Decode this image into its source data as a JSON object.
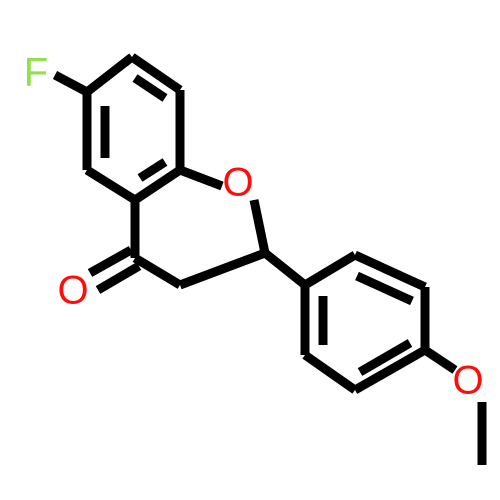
{
  "structure": {
    "atoms": [
      {
        "id": "F",
        "symbol": "F",
        "color": "#90E050"
      },
      {
        "id": "O_ring",
        "symbol": "O",
        "color": "#FF0D0D"
      },
      {
        "id": "O_keto",
        "symbol": "O",
        "color": "#FF0D0D"
      },
      {
        "id": "O_methoxy",
        "symbol": "O",
        "color": "#FF0D0D"
      }
    ],
    "bond_color": "#000000",
    "background": "#ffffff"
  }
}
